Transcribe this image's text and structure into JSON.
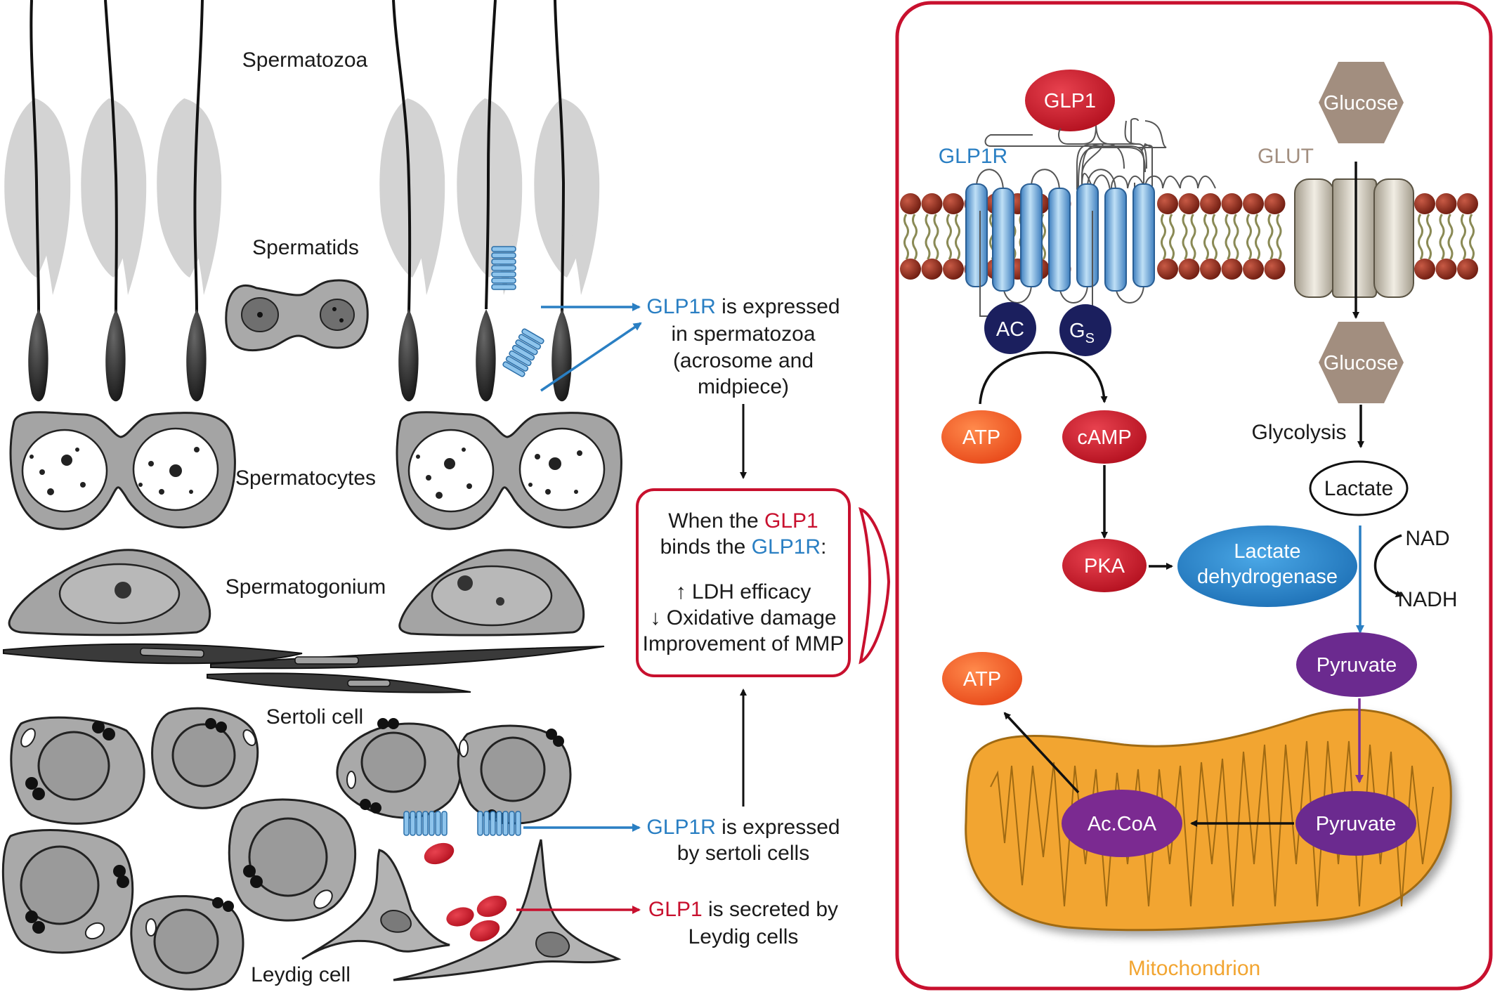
{
  "left_labels": {
    "spermatozoa": "Spermatozoa",
    "spermatids": "Spermatids",
    "spermatocytes": "Spermatocytes",
    "spermatogonium": "Spermatogonium",
    "sertoli": "Sertoli cell",
    "leydig": "Leydig cell"
  },
  "callouts": {
    "c1": {
      "a": "GLP1R",
      "b": " is expressed",
      "l2": "in spermatozoa",
      "l3": "(acrosome and",
      "l4": "midpiece)"
    },
    "c2": {
      "a": "GLP1R",
      "b": " is expressed",
      "l2": "by sertoli cells"
    },
    "c3": {
      "a": "GLP1",
      "b": " is secreted by",
      "l2": "Leydig cells"
    }
  },
  "effect_box": {
    "l1a": "When the ",
    "l1b": "GLP1",
    "l2a": "binds the ",
    "l2b": "GLP1R",
    "l2c": ":",
    "l3": "↑ LDH efficacy",
    "l4": "↓ Oxidative damage",
    "l5": "Improvement of MMP"
  },
  "right_panel": {
    "glp1": "GLP1",
    "glp1r": "GLP1R",
    "glut": "GLUT",
    "glucose_top": "Glucose",
    "glucose_in": "Glucose",
    "ac": "AC",
    "gs": "G",
    "gs_sub": "S",
    "atp1": "ATP",
    "camp": "cAMP",
    "pka": "PKA",
    "ldh1": "Lactate",
    "ldh2": "dehydrogenase",
    "glycolysis": "Glycolysis",
    "lactate": "Lactate",
    "nad": "NAD",
    "nadh": "NADH",
    "pyruvate1": "Pyruvate",
    "atp2": "ATP",
    "acoa": "Ac.CoA",
    "pyruvate2": "Pyruvate",
    "mito": "Mitochondrion"
  },
  "colors": {
    "red": "#c8102e",
    "blue": "#2a7fc3",
    "navy": "#1b1f5e",
    "orange": "#f05a28",
    "purple": "#6b2a8f",
    "brown": "#a28e7f",
    "mito": "#f2a531"
  }
}
